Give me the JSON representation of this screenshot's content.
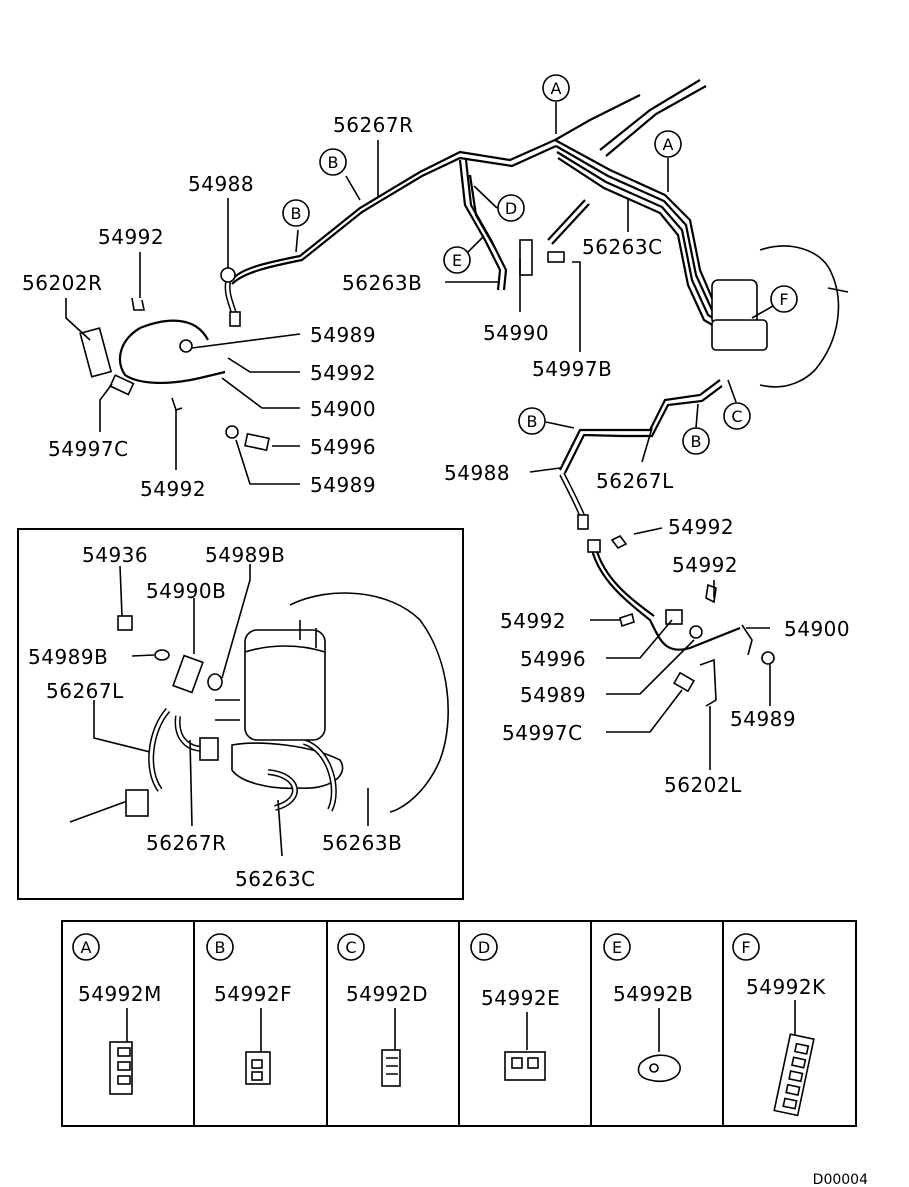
{
  "labels": {
    "p_56267R_top": "56267R",
    "p_54988_left": "54988",
    "p_54992_a": "54992",
    "p_56202R": "56202R",
    "p_54989_a": "54989",
    "p_54992_b": "54992",
    "p_54900_left": "54900",
    "p_54996_left": "54996",
    "p_54989_b": "54989",
    "p_54997C_left": "54997C",
    "p_54992_c": "54992",
    "p_56263B_top": "56263B",
    "p_54990": "54990",
    "p_54997B": "54997B",
    "p_56263C_top": "56263C",
    "p_54988_right": "54988",
    "p_56267L_right": "56267L",
    "p_54992_d": "54992",
    "p_54992_e": "54992",
    "p_54992_f": "54992",
    "p_54900_right": "54900",
    "p_54996_right": "54996",
    "p_54989_c": "54989",
    "p_54989_d": "54989",
    "p_54997C_right": "54997C",
    "p_56202L": "56202L",
    "i_54936": "54936",
    "i_54989B_top": "54989B",
    "i_54990B": "54990B",
    "i_54989B_left": "54989B",
    "i_56267L": "56267L",
    "i_56267R": "56267R",
    "i_56263B": "56263B",
    "i_56263C": "56263C"
  },
  "callouts": {
    "A1": "A",
    "A2": "A",
    "B1": "B",
    "B2": "B",
    "B3": "B",
    "B4": "B",
    "C1": "C",
    "D1": "D",
    "E1": "E",
    "F1": "F"
  },
  "legend": [
    {
      "letter": "A",
      "part": "54992M"
    },
    {
      "letter": "B",
      "part": "54992F"
    },
    {
      "letter": "C",
      "part": "54992D"
    },
    {
      "letter": "D",
      "part": "54992E"
    },
    {
      "letter": "E",
      "part": "54992B"
    },
    {
      "letter": "F",
      "part": "54992K"
    }
  ],
  "diagram_code": "D00004"
}
